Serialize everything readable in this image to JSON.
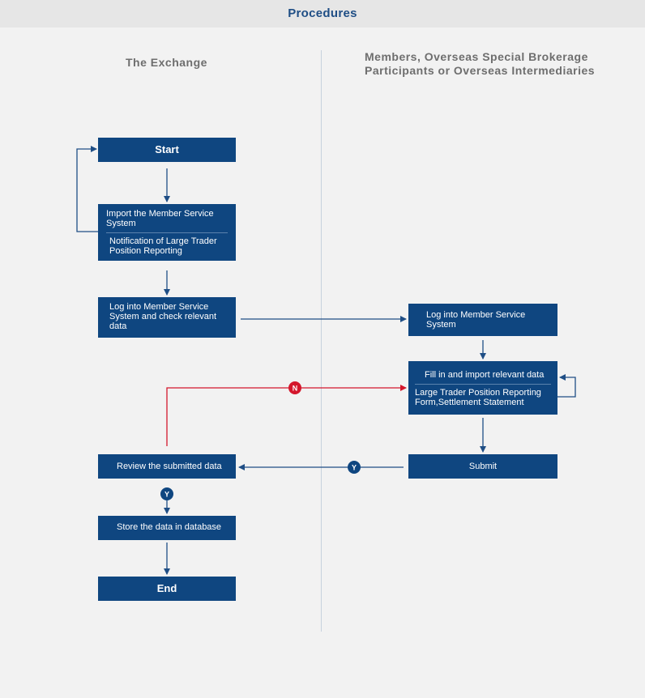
{
  "header": {
    "title": "Procedures"
  },
  "lanes": {
    "left": {
      "title": "The Exchange"
    },
    "right": {
      "title_line1": "Members, Overseas Special Brokerage",
      "title_line2": "Participants or Overseas Intermediaries"
    }
  },
  "steps": {
    "start": "Start",
    "import_system": "Import the Member Service System",
    "import_notification": "Notification of Large Trader Position Reporting",
    "exchange_login": "Log into Member Service System and check relevant data",
    "member_login": "Log into Member Service System",
    "fill_import": "Fill in and import relevant data",
    "fill_forms": "Large Trader Position Reporting Form,Settlement Statement",
    "submit": "Submit",
    "review": "Review the submitted data",
    "store": "Store the data in database",
    "end": "End"
  },
  "badges": {
    "no": "N",
    "yes_submit": "Y",
    "yes_review": "Y"
  },
  "colors": {
    "box": "#0f4680",
    "arrow": "#1f4e85",
    "reject": "#d4172c",
    "header_text": "#1f4e85"
  }
}
